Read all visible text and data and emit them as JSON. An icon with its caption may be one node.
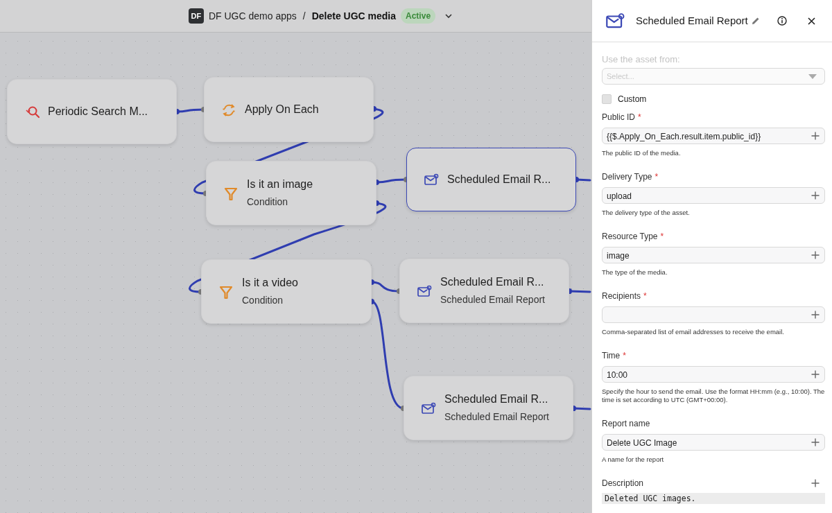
{
  "diagram": {
    "nodes": [
      {
        "text": [
          "Periodic Search M..."
        ]
      },
      {
        "text": [
          "Apply On Each"
        ]
      },
      {
        "text": [
          "Is it an image",
          "Condition"
        ]
      },
      {
        "text": [
          "Scheduled Email R..."
        ]
      },
      {
        "text": [
          "Is it a video",
          "Condition"
        ]
      },
      {
        "text": [
          "Scheduled Email R...",
          "Scheduled Email Report"
        ]
      },
      {
        "text": [
          "Scheduled Email R...",
          "Scheduled Email Report"
        ]
      }
    ],
    "edges": [
      {
        "from": 0,
        "to": 1,
        "arrow": "other"
      },
      {
        "from": 1,
        "to": 2,
        "arrow": "other"
      },
      {
        "from": 2,
        "to": 3,
        "arrow": "other"
      },
      {
        "from": 2,
        "to": 4,
        "arrow": "other"
      },
      {
        "from": 4,
        "to": 5,
        "arrow": "other"
      },
      {
        "from": 4,
        "to": 6,
        "arrow": "other"
      },
      {
        "from": 3,
        "to": null,
        "arrow": "other"
      },
      {
        "from": 5,
        "to": null,
        "arrow": "other"
      },
      {
        "from": 6,
        "to": null,
        "arrow": "other"
      }
    ],
    "labels": [
      "DF",
      "DF UGC demo apps",
      "/",
      "Delete UGC media",
      "Active",
      "Scheduled Email Report",
      "Use the asset from:",
      "Select...",
      "Custom",
      "Public ID",
      "*",
      "{{$.Apply_On_Each.result.item.public_id}}",
      "The public ID of the media.",
      "Delivery Type",
      "*",
      "upload",
      "The delivery type of the asset.",
      "Resource Type",
      "*",
      "image",
      "The type of the media.",
      "Recipients",
      "*",
      "Comma-separated list of email addresses to receive the email.",
      "Time",
      "*",
      "10:00",
      "Specify the hour to send the email. Use the format HH:mm (e.g., 10:00). The time is set according to UTC (GMT+00:00).",
      "Report name",
      "Delete UGC Image",
      "A name for the report",
      "Description",
      "Deleted UGC images."
    ]
  }
}
